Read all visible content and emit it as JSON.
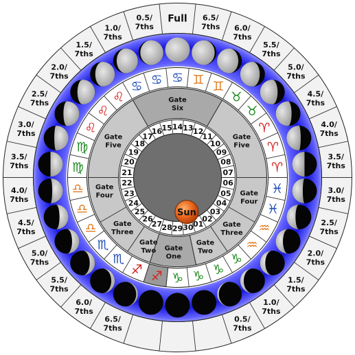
{
  "title": "",
  "phase_labels": [
    {
      "angle": 0,
      "lines": [
        "Full"
      ]
    },
    {
      "angle": 12,
      "lines": [
        "6.5/",
        "7ths"
      ]
    },
    {
      "angle": 24,
      "lines": [
        "6.0/",
        "7ths"
      ]
    },
    {
      "angle": 36,
      "lines": [
        "5.5/",
        "7ths"
      ]
    },
    {
      "angle": 48,
      "lines": [
        "5.0/",
        "7ths"
      ]
    },
    {
      "angle": 60,
      "lines": [
        "4.5/",
        "7ths"
      ]
    },
    {
      "angle": 72,
      "lines": [
        "4.0/",
        "7ths"
      ]
    },
    {
      "angle": 84,
      "lines": [
        "3.5/",
        "7ths"
      ]
    },
    {
      "angle": 96,
      "lines": [
        "3.0/",
        "7ths"
      ]
    },
    {
      "angle": 108,
      "lines": [
        "2.5/",
        "7ths"
      ]
    },
    {
      "angle": 120,
      "lines": [
        "2.0/",
        "7ths"
      ]
    },
    {
      "angle": 132,
      "lines": [
        "1.5/",
        "7ths"
      ]
    },
    {
      "angle": 144,
      "lines": [
        "1.0/",
        "7ths"
      ]
    },
    {
      "angle": 156,
      "lines": [
        "0.5/",
        "7ths"
      ]
    },
    {
      "angle": 204,
      "lines": [
        "6.5/",
        "7ths"
      ]
    },
    {
      "angle": 216,
      "lines": [
        "6.0/",
        "7ths"
      ]
    },
    {
      "angle": 228,
      "lines": [
        "5.5/",
        "7ths"
      ]
    },
    {
      "angle": 240,
      "lines": [
        "5.0/",
        "7ths"
      ]
    },
    {
      "angle": 252,
      "lines": [
        "4.5/",
        "7ths"
      ]
    },
    {
      "angle": 264,
      "lines": [
        "4.0/",
        "7ths"
      ]
    },
    {
      "angle": 276,
      "lines": [
        "3.5/",
        "7ths"
      ]
    },
    {
      "angle": 288,
      "lines": [
        "3.0/",
        "7ths"
      ]
    },
    {
      "angle": 300,
      "lines": [
        "2.5/",
        "7ths"
      ]
    },
    {
      "angle": 312,
      "lines": [
        "2.0/",
        "7ths"
      ]
    },
    {
      "angle": 324,
      "lines": [
        "1.5/",
        "7ths"
      ]
    },
    {
      "angle": 336,
      "lines": [
        "1.0/",
        "7ths"
      ]
    },
    {
      "angle": 348,
      "lines": [
        "0.5/",
        "7ths"
      ]
    }
  ],
  "moons": [
    {
      "angle": 0,
      "lit": 1.0,
      "side": "right"
    },
    {
      "angle": 12,
      "lit": 0.93,
      "side": "left"
    },
    {
      "angle": 24,
      "lit": 0.86,
      "side": "left"
    },
    {
      "angle": 36,
      "lit": 0.79,
      "side": "left"
    },
    {
      "angle": 48,
      "lit": 0.71,
      "side": "left"
    },
    {
      "angle": 60,
      "lit": 0.64,
      "side": "left"
    },
    {
      "angle": 72,
      "lit": 0.57,
      "side": "left"
    },
    {
      "angle": 84,
      "lit": 0.5,
      "side": "left"
    },
    {
      "angle": 96,
      "lit": 0.43,
      "side": "left"
    },
    {
      "angle": 108,
      "lit": 0.36,
      "side": "left"
    },
    {
      "angle": 120,
      "lit": 0.29,
      "side": "left"
    },
    {
      "angle": 132,
      "lit": 0.21,
      "side": "left"
    },
    {
      "angle": 144,
      "lit": 0.14,
      "side": "left"
    },
    {
      "angle": 156,
      "lit": 0.07,
      "side": "left"
    },
    {
      "angle": 168,
      "lit": 0.0,
      "side": "left"
    },
    {
      "angle": 180,
      "lit": 0.0,
      "side": "right"
    },
    {
      "angle": 192,
      "lit": 0.0,
      "side": "right"
    },
    {
      "angle": 204,
      "lit": 0.07,
      "side": "right"
    },
    {
      "angle": 216,
      "lit": 0.14,
      "side": "right"
    },
    {
      "angle": 228,
      "lit": 0.21,
      "side": "right"
    },
    {
      "angle": 240,
      "lit": 0.29,
      "side": "right"
    },
    {
      "angle": 252,
      "lit": 0.36,
      "side": "right"
    },
    {
      "angle": 264,
      "lit": 0.43,
      "side": "right"
    },
    {
      "angle": 276,
      "lit": 0.5,
      "side": "right"
    },
    {
      "angle": 288,
      "lit": 0.57,
      "side": "right"
    },
    {
      "angle": 300,
      "lit": 0.64,
      "side": "right"
    },
    {
      "angle": 312,
      "lit": 0.71,
      "side": "right"
    },
    {
      "angle": 324,
      "lit": 0.79,
      "side": "right"
    },
    {
      "angle": 336,
      "lit": 0.86,
      "side": "right"
    },
    {
      "angle": 348,
      "lit": 0.93,
      "side": "right"
    }
  ],
  "zodiac": [
    {
      "angle": 0,
      "glyph": "♋",
      "color": "#1f4fb4"
    },
    {
      "angle": 12,
      "glyph": "♊",
      "color": "#e07a1f"
    },
    {
      "angle": 24,
      "glyph": "♊",
      "color": "#e07a1f"
    },
    {
      "angle": 36,
      "glyph": "♉",
      "color": "#1e8a1e"
    },
    {
      "angle": 48,
      "glyph": "♉",
      "color": "#1e8a1e"
    },
    {
      "angle": 60,
      "glyph": "♈",
      "color": "#d42020"
    },
    {
      "angle": 72,
      "glyph": "♈",
      "color": "#d42020"
    },
    {
      "angle": 84,
      "glyph": "♈",
      "color": "#d42020"
    },
    {
      "angle": 96,
      "glyph": "♓",
      "color": "#1f4fb4"
    },
    {
      "angle": 108,
      "glyph": "♓",
      "color": "#1f4fb4"
    },
    {
      "angle": 120,
      "glyph": "♒",
      "color": "#e07a1f"
    },
    {
      "angle": 132,
      "glyph": "♒",
      "color": "#e07a1f"
    },
    {
      "angle": 144,
      "glyph": "♑",
      "color": "#1e8a1e"
    },
    {
      "angle": 156,
      "glyph": "♑",
      "color": "#1e8a1e"
    },
    {
      "angle": 168,
      "glyph": "♑",
      "color": "#1e8a1e"
    },
    {
      "angle": 180,
      "glyph": "♑",
      "color": "#1e8a1e"
    },
    {
      "angle": 192,
      "glyph": "♐",
      "color": "#d42020"
    },
    {
      "angle": 204,
      "glyph": "♐",
      "color": "#d42020"
    },
    {
      "angle": 216,
      "glyph": "♏",
      "color": "#1f4fb4"
    },
    {
      "angle": 228,
      "glyph": "♏",
      "color": "#1f4fb4"
    },
    {
      "angle": 240,
      "glyph": "♎",
      "color": "#e07a1f"
    },
    {
      "angle": 252,
      "glyph": "♎",
      "color": "#e07a1f"
    },
    {
      "angle": 264,
      "glyph": "♎",
      "color": "#e07a1f"
    },
    {
      "angle": 276,
      "glyph": "♍",
      "color": "#1e8a1e"
    },
    {
      "angle": 288,
      "glyph": "♍",
      "color": "#1e8a1e"
    },
    {
      "angle": 300,
      "glyph": "♌",
      "color": "#d42020"
    },
    {
      "angle": 312,
      "glyph": "♌",
      "color": "#d42020"
    },
    {
      "angle": 324,
      "glyph": "♌",
      "color": "#d42020"
    },
    {
      "angle": 336,
      "glyph": "♋",
      "color": "#1f4fb4"
    },
    {
      "angle": 348,
      "glyph": "♋",
      "color": "#1f4fb4"
    }
  ],
  "zodiac_highlight": [
    {
      "angle": 192
    }
  ],
  "gates": [
    {
      "angle": 0,
      "lines": [
        "Gate",
        "Six"
      ]
    },
    {
      "angle": 60,
      "lines": [
        "Gate",
        "Five"
      ]
    },
    {
      "angle": 105,
      "lines": [
        "Gate",
        "Four"
      ]
    },
    {
      "angle": 133,
      "lines": [
        "Gate",
        "Three"
      ]
    },
    {
      "angle": 158,
      "lines": [
        "Gate",
        "Two"
      ]
    },
    {
      "angle": 183,
      "lines": [
        "Gate",
        "One"
      ]
    },
    {
      "angle": 203,
      "lines": [
        "Gate",
        "Two"
      ]
    },
    {
      "angle": 228,
      "lines": [
        "Gate",
        "Three"
      ]
    },
    {
      "angle": 260,
      "lines": [
        "Gate",
        "Four"
      ]
    },
    {
      "angle": 300,
      "lines": [
        "Gate",
        "Five"
      ]
    }
  ],
  "days": [
    {
      "angle": 0,
      "label": "14"
    },
    {
      "angle": 12,
      "label": "13"
    },
    {
      "angle": 24,
      "label": "12"
    },
    {
      "angle": 36,
      "label": "11"
    },
    {
      "angle": 48,
      "label": "10"
    },
    {
      "angle": 60,
      "label": "09"
    },
    {
      "angle": 72,
      "label": "08"
    },
    {
      "angle": 84,
      "label": "07"
    },
    {
      "angle": 96,
      "label": "06"
    },
    {
      "angle": 108,
      "label": "05"
    },
    {
      "angle": 120,
      "label": "04"
    },
    {
      "angle": 132,
      "label": "03"
    },
    {
      "angle": 144,
      "label": "02"
    },
    {
      "angle": 156,
      "label": "01"
    },
    {
      "angle": 168,
      "label": "30"
    },
    {
      "angle": 180,
      "label": "29"
    },
    {
      "angle": 192,
      "label": "28"
    },
    {
      "angle": 204,
      "label": "27"
    },
    {
      "angle": 216,
      "label": "26"
    },
    {
      "angle": 228,
      "label": "25"
    },
    {
      "angle": 240,
      "label": "24"
    },
    {
      "angle": 252,
      "label": "23"
    },
    {
      "angle": 264,
      "label": "22"
    },
    {
      "angle": 276,
      "label": "21"
    },
    {
      "angle": 288,
      "label": "20"
    },
    {
      "angle": 300,
      "label": "19"
    },
    {
      "angle": 312,
      "label": "18"
    },
    {
      "angle": 324,
      "label": "17"
    },
    {
      "angle": 336,
      "label": "16"
    },
    {
      "angle": 348,
      "label": "15"
    }
  ],
  "sun": {
    "label": "Sun",
    "angle": 165
  },
  "colors": {
    "outer_ring": "#f2f2f2",
    "moon_ring_glow": "#1a1adc",
    "moon_lit": "#cfcfcf",
    "moon_dark": "#050505",
    "zodiac_ring": "#ffffff",
    "zodiac_highlight": "#9a9a9a",
    "gate_ring": "#c8c8c8",
    "gate_one_ring": "#a9a9a9",
    "day_ring": "#ffffff",
    "center": "#6f6f6f",
    "sun": "#e8631a"
  }
}
